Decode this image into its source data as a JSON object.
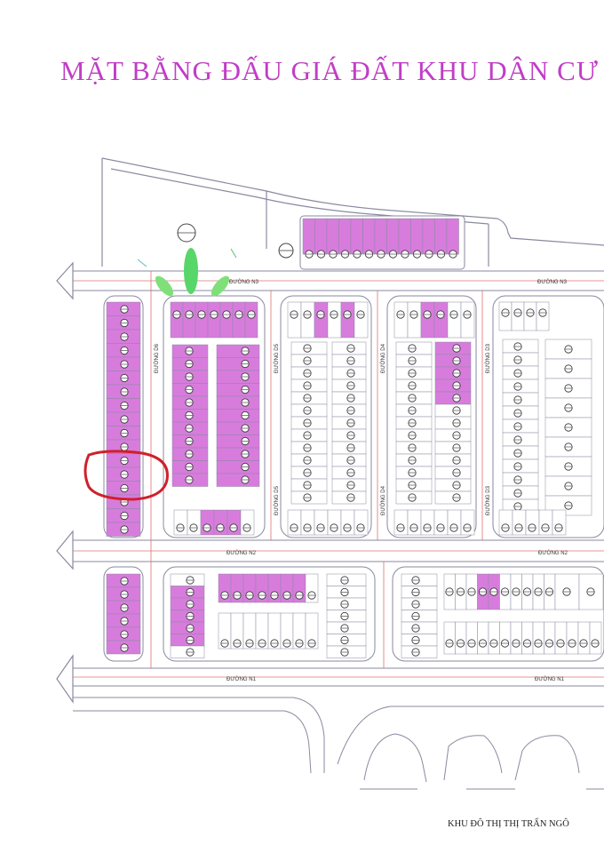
{
  "title": "MẶT BẰNG ĐẤU GIÁ ĐẤT KHU DÂN CƯ",
  "footer": "KHU ĐÔ THỊ THỊ TRẤN NGÔ",
  "roads": {
    "n3_left": "ĐƯỜNG N3",
    "n3_right": "ĐƯỜNG N3",
    "n2_left": "ĐƯỜNG N2",
    "n2_right": "ĐƯỜNG N2",
    "n1_left": "ĐƯỜNG N1",
    "n1_right": "ĐƯỜNG N1",
    "d6": "ĐƯỜNG D6",
    "d5_top": "ĐƯỜNG D5",
    "d5_bottom": "ĐƯỜNG D5",
    "d4_top": "ĐƯỜNG D4",
    "d4_bottom": "ĐƯỜNG D4",
    "d3_top": "ĐƯỜNG D3",
    "d3_bottom": "ĐƯỜNG D3"
  },
  "colors": {
    "title": "#c03ec6",
    "auction_lot": "#d77cdc",
    "highlight_circle": "#d0202a",
    "road_line": "#e07070",
    "outline": "#8a8aa0"
  },
  "icons": [
    "compass-marker-icon",
    "tree-icon"
  ]
}
